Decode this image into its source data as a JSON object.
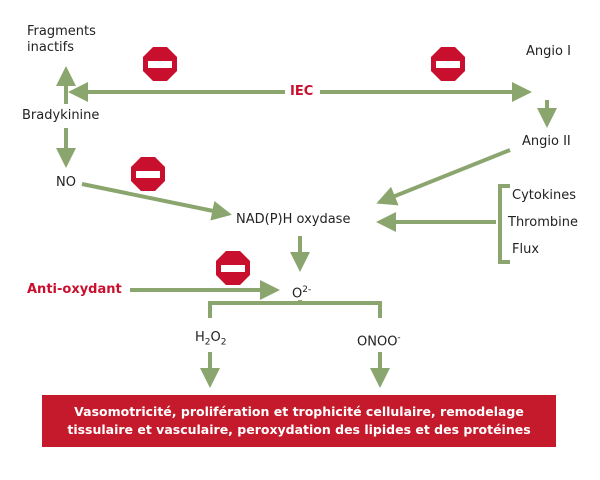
{
  "nodes": {
    "fragments_l1": "Fragments",
    "fragments_l2": "inactifs",
    "bradykinine": "Bradykinine",
    "no": "NO",
    "iec": "IEC",
    "angio1": "Angio I",
    "angio2": "Angio II",
    "nadph": "NAD(P)H oxydase",
    "cytokines": "Cytokines",
    "thrombine": "Thrombine",
    "flux": "Flux",
    "anti_oxydant": "Anti-oxydant",
    "o2": "O",
    "o2_sup": "2-",
    "h2o2_h": "H",
    "h2o2_sub1": "2",
    "h2o2_o": "O",
    "h2o2_sub2": "2",
    "onoo": "ONOO",
    "onoo_sup": "-"
  },
  "outcome": {
    "line1": "Vasomotricité, prolifération et trophicité cellulaire, remodelage",
    "line2": "tissulaire et vasculaire, peroxydation des lipides et des protéines"
  },
  "colors": {
    "arrow": "#8aa66e",
    "stop_red": "#c8102e",
    "box_red": "#c41a2b",
    "label_red": "#c8102e"
  }
}
